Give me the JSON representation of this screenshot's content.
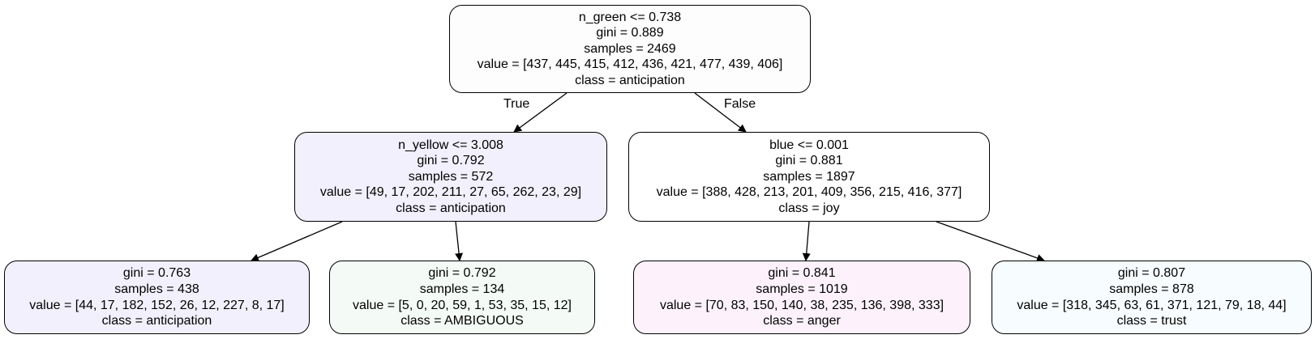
{
  "tree": {
    "edge_labels": {
      "true_label": "True",
      "false_label": "False"
    },
    "nodes": {
      "root": {
        "lines": [
          "n_green <= 0.738",
          "gini = 0.889",
          "samples = 2469",
          "value = [437, 445, 415, 412, 436, 421, 477, 439, 406]",
          "class = anticipation"
        ],
        "fill": "#fdfdfe"
      },
      "left": {
        "lines": [
          "n_yellow <= 3.008",
          "gini = 0.792",
          "samples = 572",
          "value = [49, 17, 202, 211, 27, 65, 262, 23, 29]",
          "class = anticipation"
        ],
        "fill": "#f3f0fd"
      },
      "right": {
        "lines": [
          "blue <= 0.001",
          "gini = 0.881",
          "samples = 1897",
          "value = [388, 428, 213, 201, 409, 356, 215, 416, 377]",
          "class = joy"
        ],
        "fill": "#ffffff"
      },
      "leaf_ll": {
        "lines": [
          "gini = 0.763",
          "samples = 438",
          "value = [44, 17, 182, 152, 26, 12, 227, 8, 17]",
          "class = anticipation"
        ],
        "fill": "#f3f0fd"
      },
      "leaf_lr": {
        "lines": [
          "gini = 0.792",
          "samples = 134",
          "value = [5, 0, 20, 59, 1, 53, 35, 15, 12]",
          "class = AMBIGUOUS"
        ],
        "fill": "#f4fbf6"
      },
      "leaf_rl": {
        "lines": [
          "gini = 0.841",
          "samples = 1019",
          "value = [70, 83, 150, 140, 38, 235, 136, 398, 333]",
          "class = anger"
        ],
        "fill": "#fdf2fb"
      },
      "leaf_rr": {
        "lines": [
          "gini = 0.807",
          "samples = 878",
          "value = [318, 345, 63, 61, 371, 121, 79, 18, 44]",
          "class = trust"
        ],
        "fill": "#f7fcfe"
      }
    }
  }
}
